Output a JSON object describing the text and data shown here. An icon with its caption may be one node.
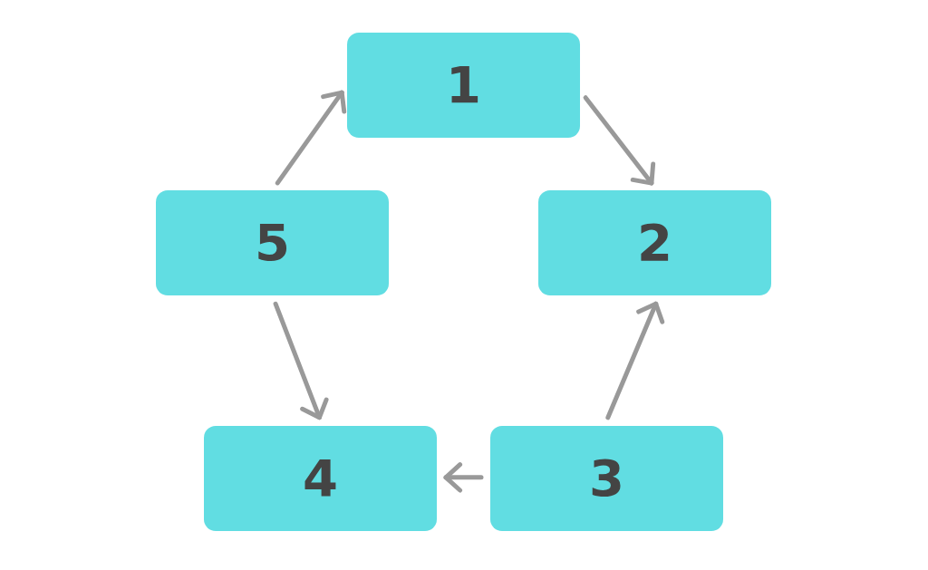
{
  "diagram": {
    "nodes": [
      {
        "text": [
          "1"
        ]
      },
      {
        "text": [
          "2"
        ]
      },
      {
        "text": [
          "3"
        ]
      },
      {
        "text": [
          "4"
        ]
      },
      {
        "text": [
          "5"
        ]
      }
    ],
    "edges": [
      {
        "from": 0,
        "to": 1,
        "arrow": "to"
      },
      {
        "from": 2,
        "to": 1,
        "arrow": "to"
      },
      {
        "from": 2,
        "to": 3,
        "arrow": "to"
      },
      {
        "from": 4,
        "to": 3,
        "arrow": "to"
      },
      {
        "from": 4,
        "to": 0,
        "arrow": "to"
      }
    ]
  }
}
